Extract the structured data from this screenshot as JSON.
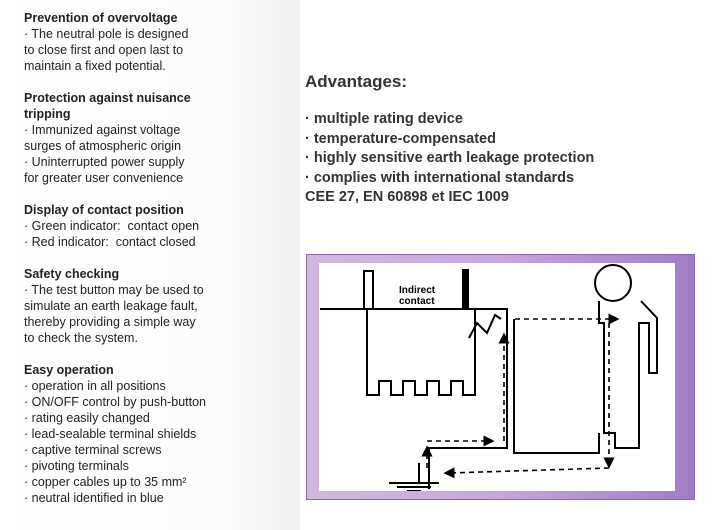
{
  "features": [
    {
      "title": "Prevention of overvoltage",
      "lines": [
        "· The neutral pole is designed",
        "to close first and open last to",
        "maintain a fixed potential."
      ]
    },
    {
      "title": "Protection against nuisance",
      "title2": "tripping",
      "lines": [
        "· Immunized against voltage",
        "surges of atmospheric origin",
        "· Uninterrupted power supply",
        "for greater user convenience"
      ]
    },
    {
      "title": "Display of contact position",
      "lines": [
        "· Green indicator:  contact open",
        "· Red indicator:  contact closed"
      ]
    },
    {
      "title": "Safety checking",
      "lines": [
        "· The test button may be used to",
        "simulate an earth leakage fault,",
        "thereby providing a simple way",
        "to check the system."
      ]
    },
    {
      "title": "Easy operation",
      "lines": [
        "· operation in all positions",
        "· ON/OFF control by push-button",
        "· rating easily changed",
        "· lead-sealable terminal shields",
        "· captive terminal screws",
        "· pivoting terminals",
        "· copper cables up to 35 mm²",
        "· neutral identified in blue"
      ]
    }
  ],
  "advantages": {
    "title": "Advantages:",
    "items": [
      "· multiple rating device",
      "· temperature-compensated",
      "· highly sensitive earth leakage protection",
      "· complies with international standards",
      "CEE 27, EN 60898 et IEC 1009"
    ]
  },
  "diagram": {
    "label_line1": "Indirect",
    "label_line2": "contact",
    "frame_color": "#c8a6dc"
  }
}
